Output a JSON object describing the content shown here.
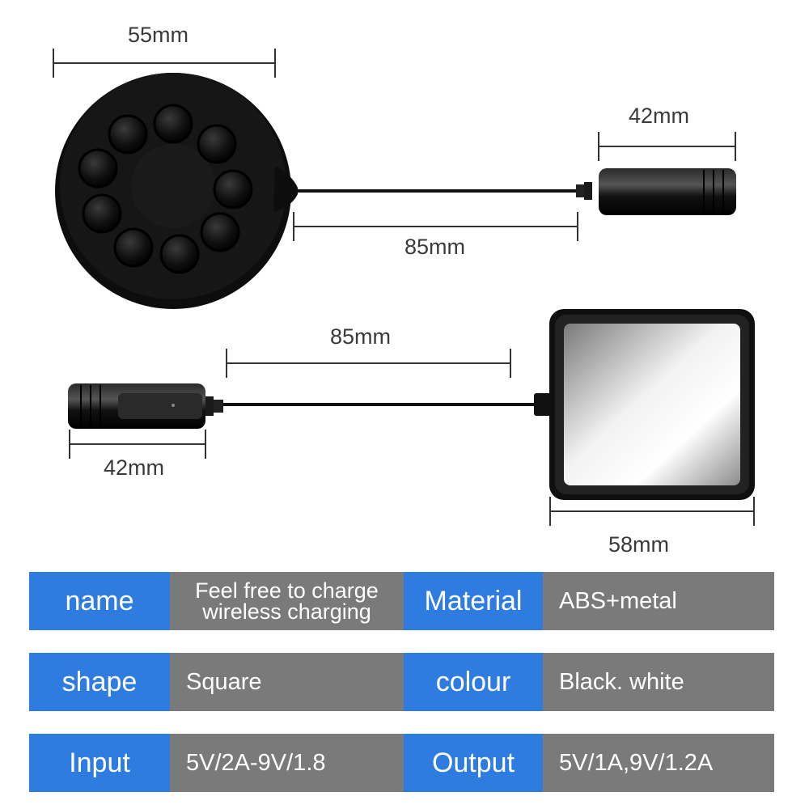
{
  "dimensions": {
    "round_pad_diameter": "55mm",
    "top_plug_length": "42mm",
    "top_cable_length": "85mm",
    "bottom_cable_length": "85mm",
    "bottom_plug_length": "42mm",
    "square_pad_width": "58mm"
  },
  "colors": {
    "key_cell": "#2f7ce0",
    "value_cell": "#7a7a7a",
    "product_body": "#111111"
  },
  "specs": [
    {
      "key1": "name",
      "val1_line1": "Feel free to charge",
      "val1_line2": "wireless charging",
      "key2": "Material",
      "val2": "ABS+metal"
    },
    {
      "key1": "shape",
      "val1": "Square",
      "key2": "colour",
      "val2": "Black. white"
    },
    {
      "key1": "Input",
      "val1": "5V/2A-9V/1.8",
      "key2": "Output",
      "val2": "5V/1A,9V/1.2A"
    }
  ]
}
